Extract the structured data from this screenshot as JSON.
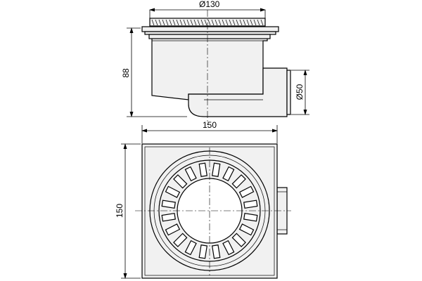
{
  "dimensions": {
    "top_diameter": "Ø130",
    "height": "88",
    "outlet_diameter": "Ø50",
    "width": "150",
    "depth": "150"
  },
  "colors": {
    "line": "#000000",
    "fill": "#f1f1f1",
    "background": "#ffffff"
  }
}
